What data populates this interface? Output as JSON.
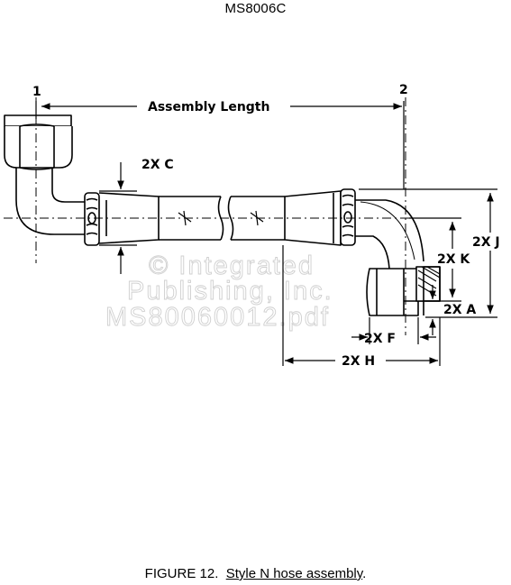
{
  "document_id": "MS8006C",
  "caption": {
    "prefix": "FIGURE 12.",
    "title": "Style N hose assembly",
    "suffix": "."
  },
  "labels": {
    "end1": "1",
    "end2": "2",
    "assembly_length": "Assembly Length",
    "dim_c": "2X C",
    "dim_j": "2X J",
    "dim_k": "2X K",
    "dim_a": "2X A",
    "dim_f": "2X F",
    "dim_h": "2X H"
  },
  "watermark": {
    "line1": "© Integrated",
    "line2": "Publishing, Inc.",
    "line3": "MS80060012.pdf"
  }
}
